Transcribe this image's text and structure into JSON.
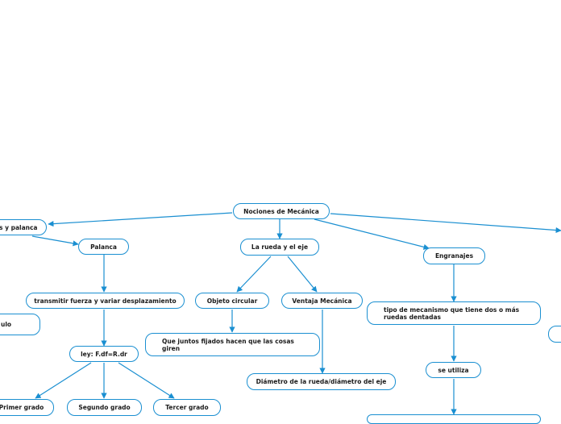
{
  "nodes": {
    "root": "Nociones de Mecánica",
    "poleas_palanca": "s y palanca",
    "palanca": "Palanca",
    "rueda_eje": "La rueda y el eje",
    "engranajes": "Engranajes",
    "transmitir": "transmitir fuerza y variar desplazamiento",
    "ulo": "ulo",
    "objeto_circular": "Objeto circular",
    "ventaja_mecanica": "Ventaja Mecánica",
    "tipo_mecanismo": "tipo de mecanismo que tiene dos o más ruedas dentadas",
    "juntos_fijados": "Que juntos fijados hacen que las cosas giren",
    "ley": "ley: F.df=R.dr",
    "se_utiliza": "se utiliza",
    "diametro": "Diámetro de la rueda/diámetro del eje",
    "primer_grado": "Primer grado",
    "segundo_grado": "Segundo grado",
    "tercer_grado": "Tercer grado"
  },
  "colors": {
    "border": "#1a8fd1",
    "connector": "#1a8fd1",
    "text": "#1b1b1b"
  }
}
